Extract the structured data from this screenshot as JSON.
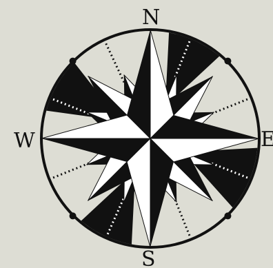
{
  "labels": {
    "north": "N",
    "south": "S",
    "east": "E",
    "west": "W"
  },
  "colors": {
    "background": "#ddddd4",
    "ink": "#111111",
    "dots_light": "#ffffff"
  }
}
